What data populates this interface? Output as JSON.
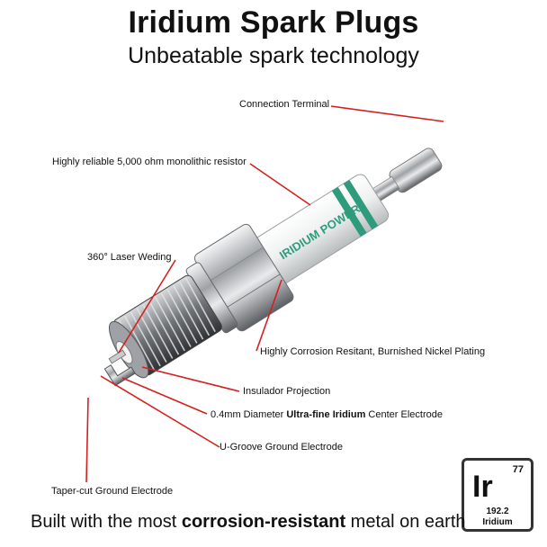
{
  "header": {
    "title": "Iridium Spark Plugs",
    "subtitle": "Unbeatable spark technology"
  },
  "callouts": {
    "connection_terminal": "Connection Terminal",
    "resistor": "Highly reliable 5,000 ohm monolithic resistor",
    "laser_welding": "360° Laser Weding",
    "plating": "Highly Corrosion Resitant, Burnished Nickel Plating",
    "insulator": "Insulador Projection",
    "center_electrode_prefix": "0.4mm Diameter ",
    "center_electrode_bold": "Ultra-fine Iridium",
    "center_electrode_suffix": " Center Electrode",
    "u_groove": "U-Groove Ground Electrode",
    "taper_cut": "Taper-cut Ground Electrode"
  },
  "insulator_branding": "IRIDIUM POWER",
  "element": {
    "number": "77",
    "symbol": "Ir",
    "mass": "192.2",
    "name": "Iridium"
  },
  "footer": {
    "prefix": "Built with the most ",
    "bold": "corrosion-resistant",
    "suffix": " metal on earth"
  },
  "colors": {
    "callout_line": "#d42020",
    "insulator_stripe": "#2e9b7c",
    "metal": "#b9bcc0"
  }
}
